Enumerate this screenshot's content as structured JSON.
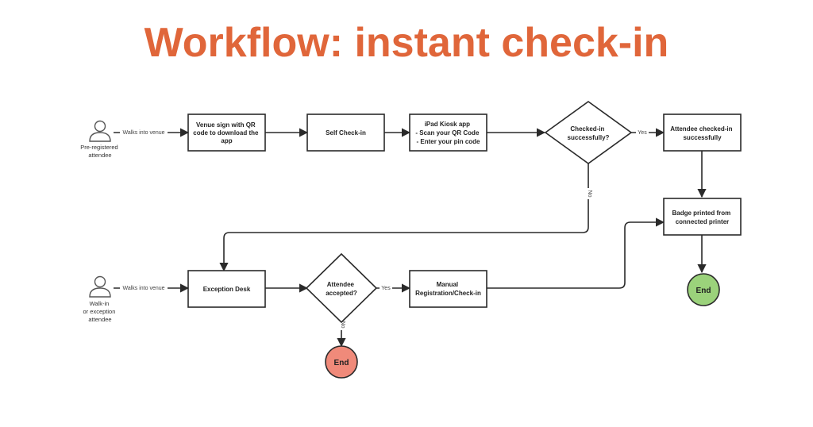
{
  "title": "Workflow: instant check-in",
  "actors": {
    "pre_registered": [
      "Pre-registered",
      "attendee"
    ],
    "walk_in": [
      "Walk-in",
      "or exception",
      "attendee"
    ]
  },
  "nodes": {
    "venue_sign": [
      "Venue sign with QR",
      "code to download the",
      "app"
    ],
    "self_checkin": [
      "Self Check-in"
    ],
    "kiosk": [
      "iPad Kiosk app",
      "- Scan your QR Code",
      "- Enter your pin code"
    ],
    "checked_in_q": [
      "Checked-in",
      "successfully?"
    ],
    "attendee_checked": [
      "Attendee checked-in",
      "successfully"
    ],
    "badge_printed": [
      "Badge printed from",
      "connected printer"
    ],
    "exception_desk": [
      "Exception Desk"
    ],
    "accepted_q": [
      "Attendee",
      "accepted?"
    ],
    "manual_reg": [
      "Manual",
      "Registration/Check-in"
    ],
    "end_green": [
      "End"
    ],
    "end_red": [
      "End"
    ]
  },
  "edge_labels": {
    "walks_into_venue_1": "Walks into venue",
    "walks_into_venue_2": "Walks into venue",
    "yes_1": "Yes",
    "no_1": "No",
    "yes_2": "Yes",
    "no_2": "No"
  },
  "colors": {
    "title": "#e0663a",
    "end_green": "#9bd27b",
    "end_red": "#f08a7a"
  }
}
